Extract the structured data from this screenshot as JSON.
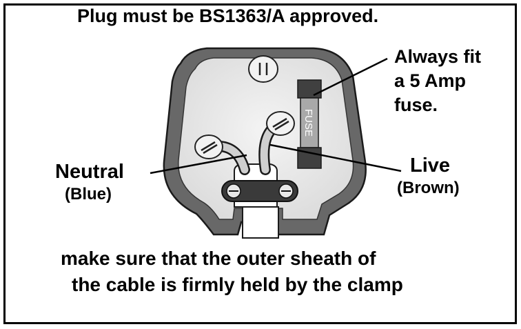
{
  "title": "Plug must be BS1363/A approved.",
  "fuse_note": {
    "line1": "Always fit",
    "line2": "a 5 Amp",
    "line3": "fuse."
  },
  "fuse_label": "FUSE",
  "neutral": {
    "name": "Neutral",
    "color": "(Blue)"
  },
  "live": {
    "name": "Live",
    "color": "(Brown)"
  },
  "footer": {
    "line1": "make sure that the outer sheath of",
    "line2": "the cable is firmly held by the clamp"
  }
}
